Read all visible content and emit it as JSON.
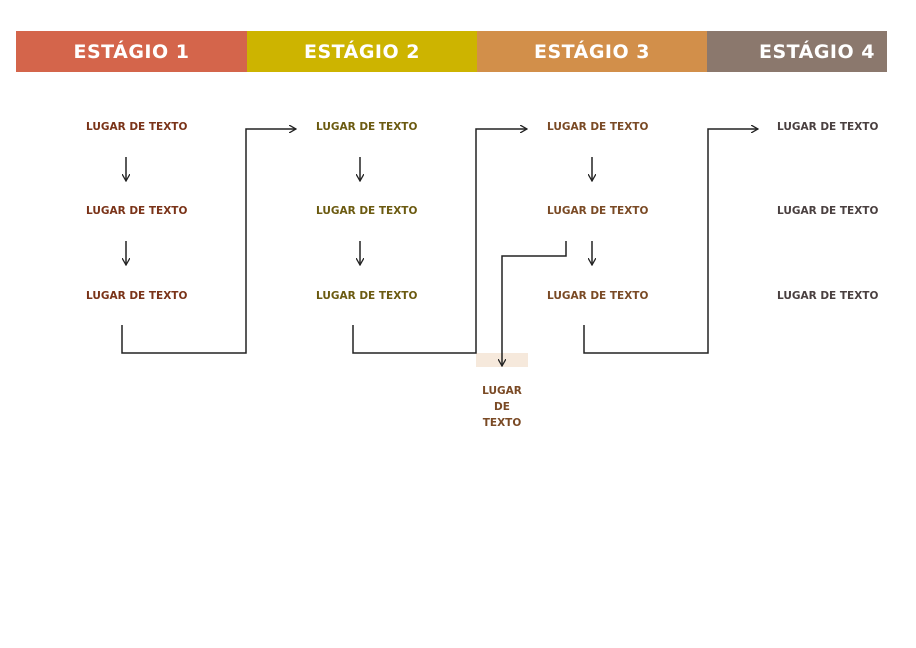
{
  "stages": [
    {
      "label": "ESTÁGIO 1",
      "color": "#d4654b",
      "text_color": "#7a3318",
      "items": [
        "LUGAR DE TEXTO",
        "LUGAR DE TEXTO",
        "LUGAR DE TEXTO"
      ]
    },
    {
      "label": "ESTÁGIO 2",
      "color": "#cdb400",
      "text_color": "#6b5a10",
      "items": [
        "LUGAR DE TEXTO",
        "LUGAR DE TEXTO",
        "LUGAR DE TEXTO"
      ]
    },
    {
      "label": "ESTÁGIO 3",
      "color": "#d28f4a",
      "text_color": "#7a4a25",
      "items": [
        "LUGAR DE TEXTO",
        "LUGAR DE TEXTO",
        "LUGAR DE TEXTO"
      ]
    },
    {
      "label": "ESTÁGIO 4",
      "color": "#8b786d",
      "text_color": "#4a4040",
      "items": [
        "LUGAR DE TEXTO",
        "LUGAR DE TEXTO",
        "LUGAR DE TEXTO"
      ]
    }
  ],
  "callout": {
    "line1": "LUGAR",
    "line2": "DE",
    "line3": "TEXTO",
    "highlight_color": "#f6e9dc"
  }
}
